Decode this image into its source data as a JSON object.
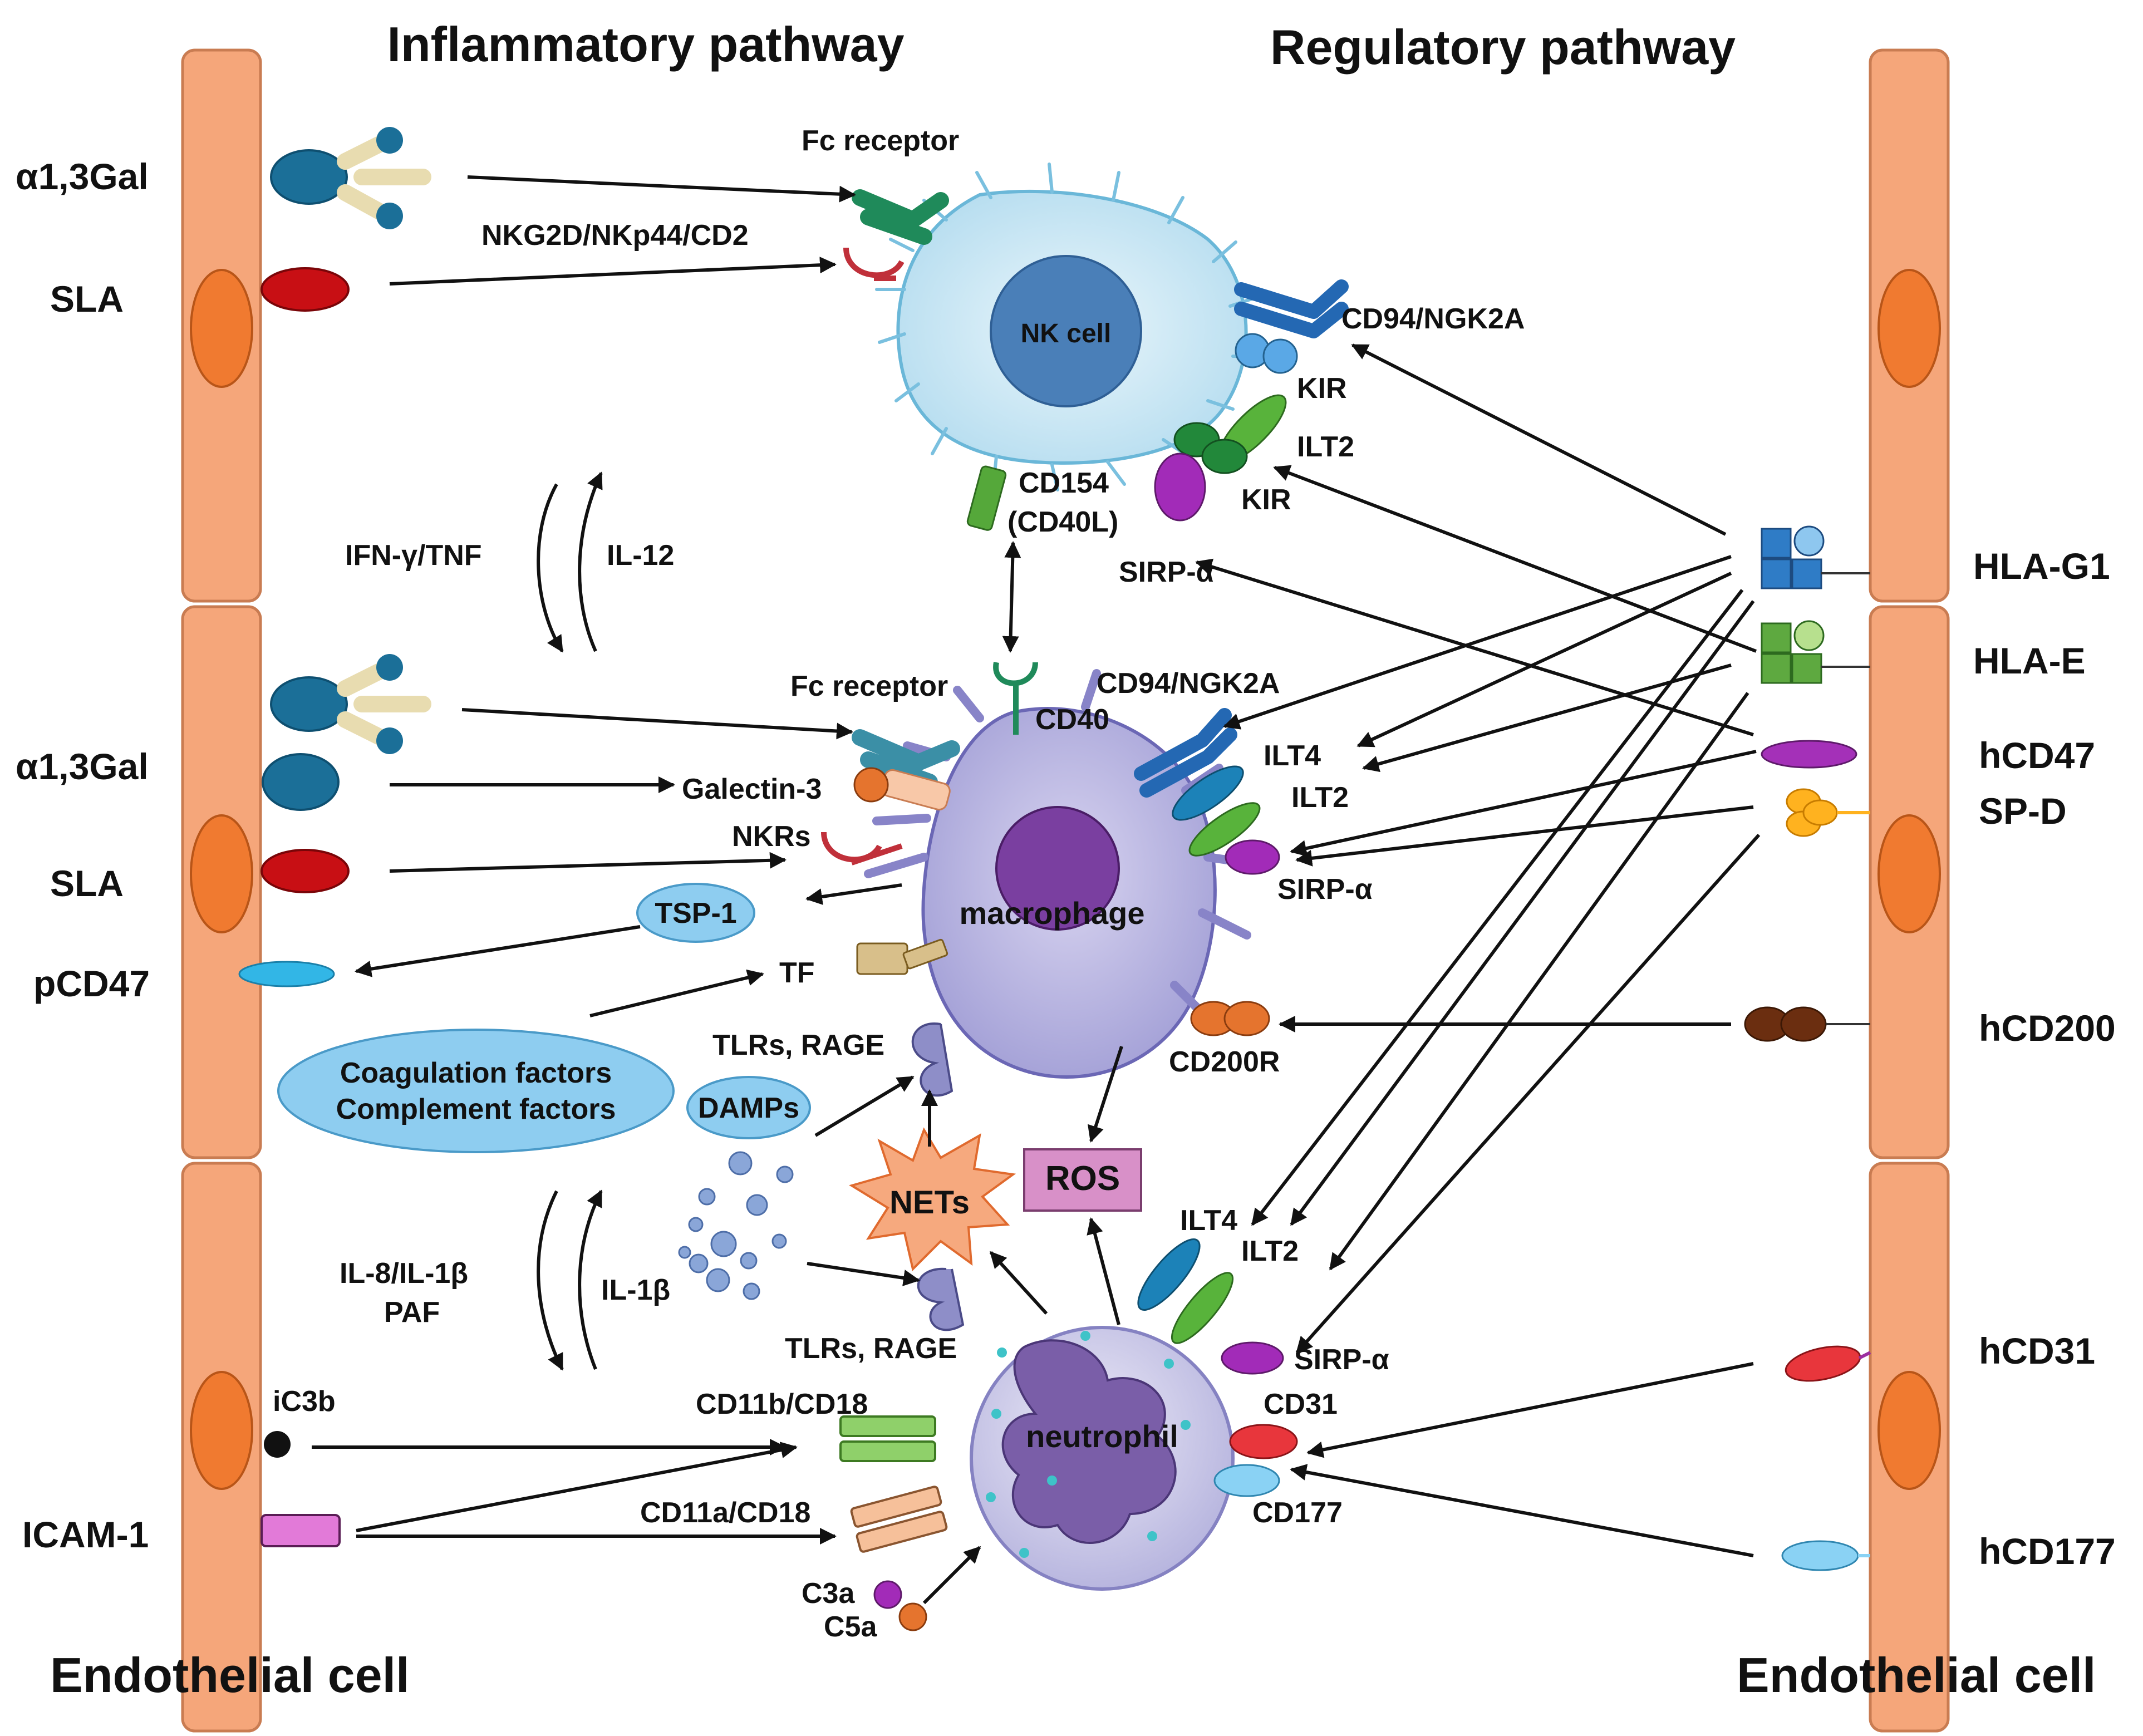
{
  "headers": {
    "inflammatory": "Inflammatory pathway",
    "regulatory": "Regulatory pathway",
    "endothelial_left": "Endothelial cell",
    "endothelial_right": "Endothelial cell"
  },
  "left_ligands": {
    "gal_top": "α1,3Gal",
    "sla_top": "SLA",
    "gal_mid": "α1,3Gal",
    "sla_mid": "SLA",
    "pcd47": "pCD47",
    "icam1": "ICAM-1",
    "ic3b": "iC3b"
  },
  "right_ligands": {
    "hla_g1": "HLA-G1",
    "hla_e": "HLA-E",
    "hcd47": "hCD47",
    "spd": "SP-D",
    "hcd200": "hCD200",
    "hcd31": "hCD31",
    "hcd177": "hCD177"
  },
  "cells": {
    "nk": "NK cell",
    "macrophage": "macrophage",
    "neutrophil": "neutrophil"
  },
  "nk_receptors": {
    "fc": "Fc receptor",
    "nkg2d": "NKG2D/NKp44/CD2",
    "cd94": "CD94/NGK2A",
    "kir1": "KIR",
    "ilt2": "ILT2",
    "kir2": "KIR",
    "sirpa": "SIRP-α",
    "cd154": "CD154",
    "cd40l": "(CD40L)"
  },
  "cytokines": {
    "ifn": "IFN-γ/TNF",
    "il12": "IL-12",
    "il8": "IL-8/IL-1β",
    "paf": "PAF",
    "il1b": "IL-1β"
  },
  "mac_receptors": {
    "fc": "Fc receptor",
    "cd40": "CD40",
    "cd94": "CD94/NGK2A",
    "ilt4": "ILT4",
    "ilt2": "ILT2",
    "galectin": "Galectin-3",
    "nkrs": "NKRs",
    "sirpa": "SIRP-α",
    "tsp1": "TSP-1",
    "tf": "TF",
    "tlrs": "TLRs, RAGE",
    "cd200r": "CD200R",
    "coag": "Coagulation factors",
    "compl": "Complement factors",
    "damps": "DAMPs"
  },
  "neut_receptors": {
    "nets": "NETs",
    "ros": "ROS",
    "ilt4": "ILT4",
    "ilt2": "ILT2",
    "tlrs": "TLRs, RAGE",
    "sirpa": "SIRP-α",
    "cd31": "CD31",
    "cd11b": "CD11b/CD18",
    "cd11a": "CD11a/CD18",
    "cd177": "CD177",
    "c3a": "C3a",
    "c5a": "C5a"
  },
  "colors": {
    "endothelial": "#f5a67a",
    "nucleus": "#f07a30",
    "nk_cell": "#cfe9f4",
    "macrophage": "#b9b6df",
    "neutrophil": "#d7d6ee",
    "ros_box": "#d890c8",
    "nets": "#f6a97e",
    "ellipse_blue": "#8ecdf0"
  }
}
